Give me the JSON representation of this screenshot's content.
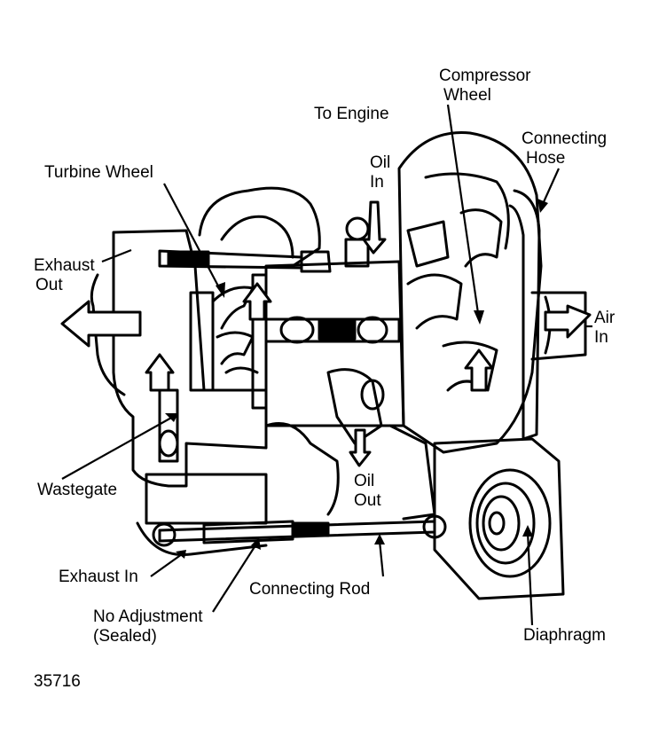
{
  "labels": {
    "compressor_wheel_1": "Compressor",
    "compressor_wheel_2": "Wheel",
    "to_engine": "To Engine",
    "connecting_hose_1": "Connecting",
    "connecting_hose_2": "Hose",
    "turbine_wheel": "Turbine Wheel",
    "oil_in_1": "Oil",
    "oil_in_2": "In",
    "exhaust_out_1": "Exhaust",
    "exhaust_out_2": "Out",
    "air_in_1": "Air",
    "air_in_2": "In",
    "wastegate": "Wastegate",
    "oil_out_1": "Oil",
    "oil_out_2": "Out",
    "exhaust_in": "Exhaust In",
    "connecting_rod": "Connecting Rod",
    "no_adjustment_1": "No Adjustment",
    "no_adjustment_2": "(Sealed)",
    "diaphragm": "Diaphragm",
    "figure_number": "35716"
  },
  "colors": {
    "ink": "#000000",
    "paper": "#ffffff"
  }
}
